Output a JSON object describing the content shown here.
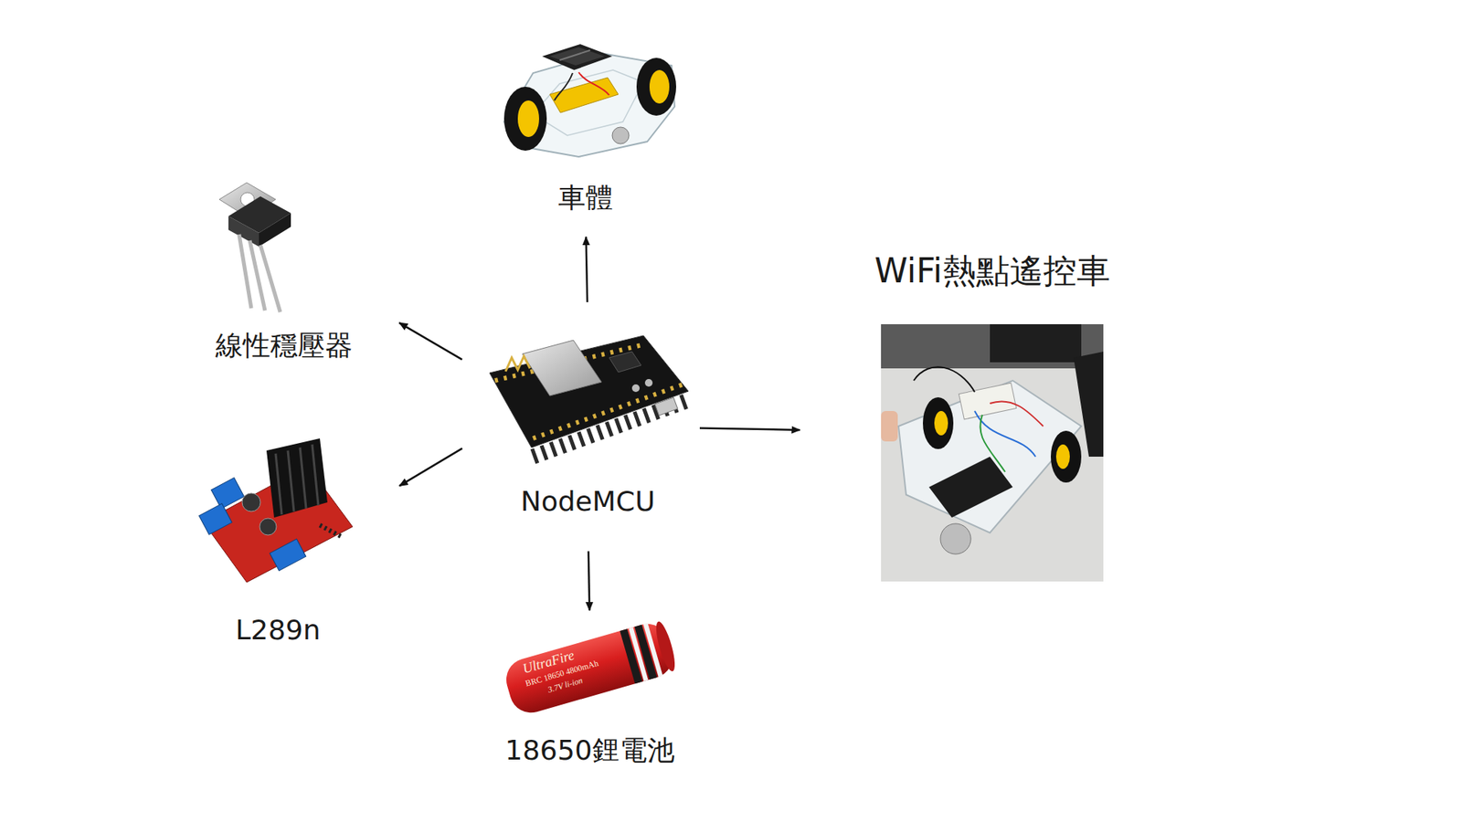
{
  "diagram": {
    "nodes": [
      {
        "text": [
          "車體"
        ]
      },
      {
        "text": [
          "線性穩壓器"
        ]
      },
      {
        "text": [
          "WiFi熱點遙控車"
        ]
      },
      {
        "text": [
          "NodeMCU"
        ]
      },
      {
        "text": [
          "L289n"
        ]
      },
      {
        "text": [
          "18650鋰電池"
        ]
      }
    ],
    "edges": [
      {
        "from": 3,
        "to": 0,
        "arrow": "to"
      },
      {
        "from": 3,
        "to": 1,
        "arrow": "to"
      },
      {
        "from": 3,
        "to": 4,
        "arrow": "to"
      },
      {
        "from": 3,
        "to": 5,
        "arrow": "to"
      },
      {
        "from": 3,
        "to": 2,
        "arrow": "to"
      }
    ],
    "labels": [
      "UltraFire",
      "BRC 18650 4800mAh",
      "3.7V li-ion"
    ]
  }
}
